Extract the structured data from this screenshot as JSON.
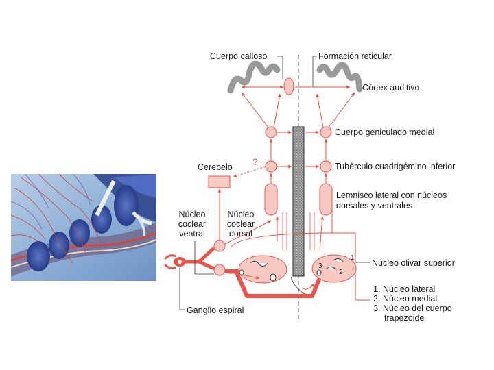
{
  "labels": {
    "corpus_callosum": "Cuerpo calloso",
    "reticular_formation": "Formación reticular",
    "auditory_cortex": "Córtex auditivo",
    "medial_geniculate": "Cuerpo geniculado medial",
    "cerebellum": "Cerebelo",
    "question_mark": "?",
    "inferior_colliculus": "Tubérculo cuadrigémino inferior",
    "lateral_lemniscus_1": "Lemnisco lateral con núcleos",
    "lateral_lemniscus_2": "dorsales y ventrales",
    "ventral_cochlear": [
      "Núcleo",
      "coclear",
      "ventral"
    ],
    "dorsal_cochlear": [
      "Núcleo",
      "coclear",
      "dorsal"
    ],
    "superior_olive": "Núcleo olivar superior",
    "spiral_ganglion": "Ganglio espiral",
    "olive_numbers": [
      "1",
      "2",
      "3"
    ]
  },
  "legend": [
    "1. Núcleo lateral",
    "2. Núcleo medial",
    "3. Núcleo del cuerpo",
    "trapezoide"
  ],
  "colors": {
    "pathway": "#e8544a",
    "pathway_light": "#f3a39c",
    "node_fill": "#f8c8c2",
    "cortex_gray": "#9a9a9a",
    "midline_column": "#808080"
  }
}
